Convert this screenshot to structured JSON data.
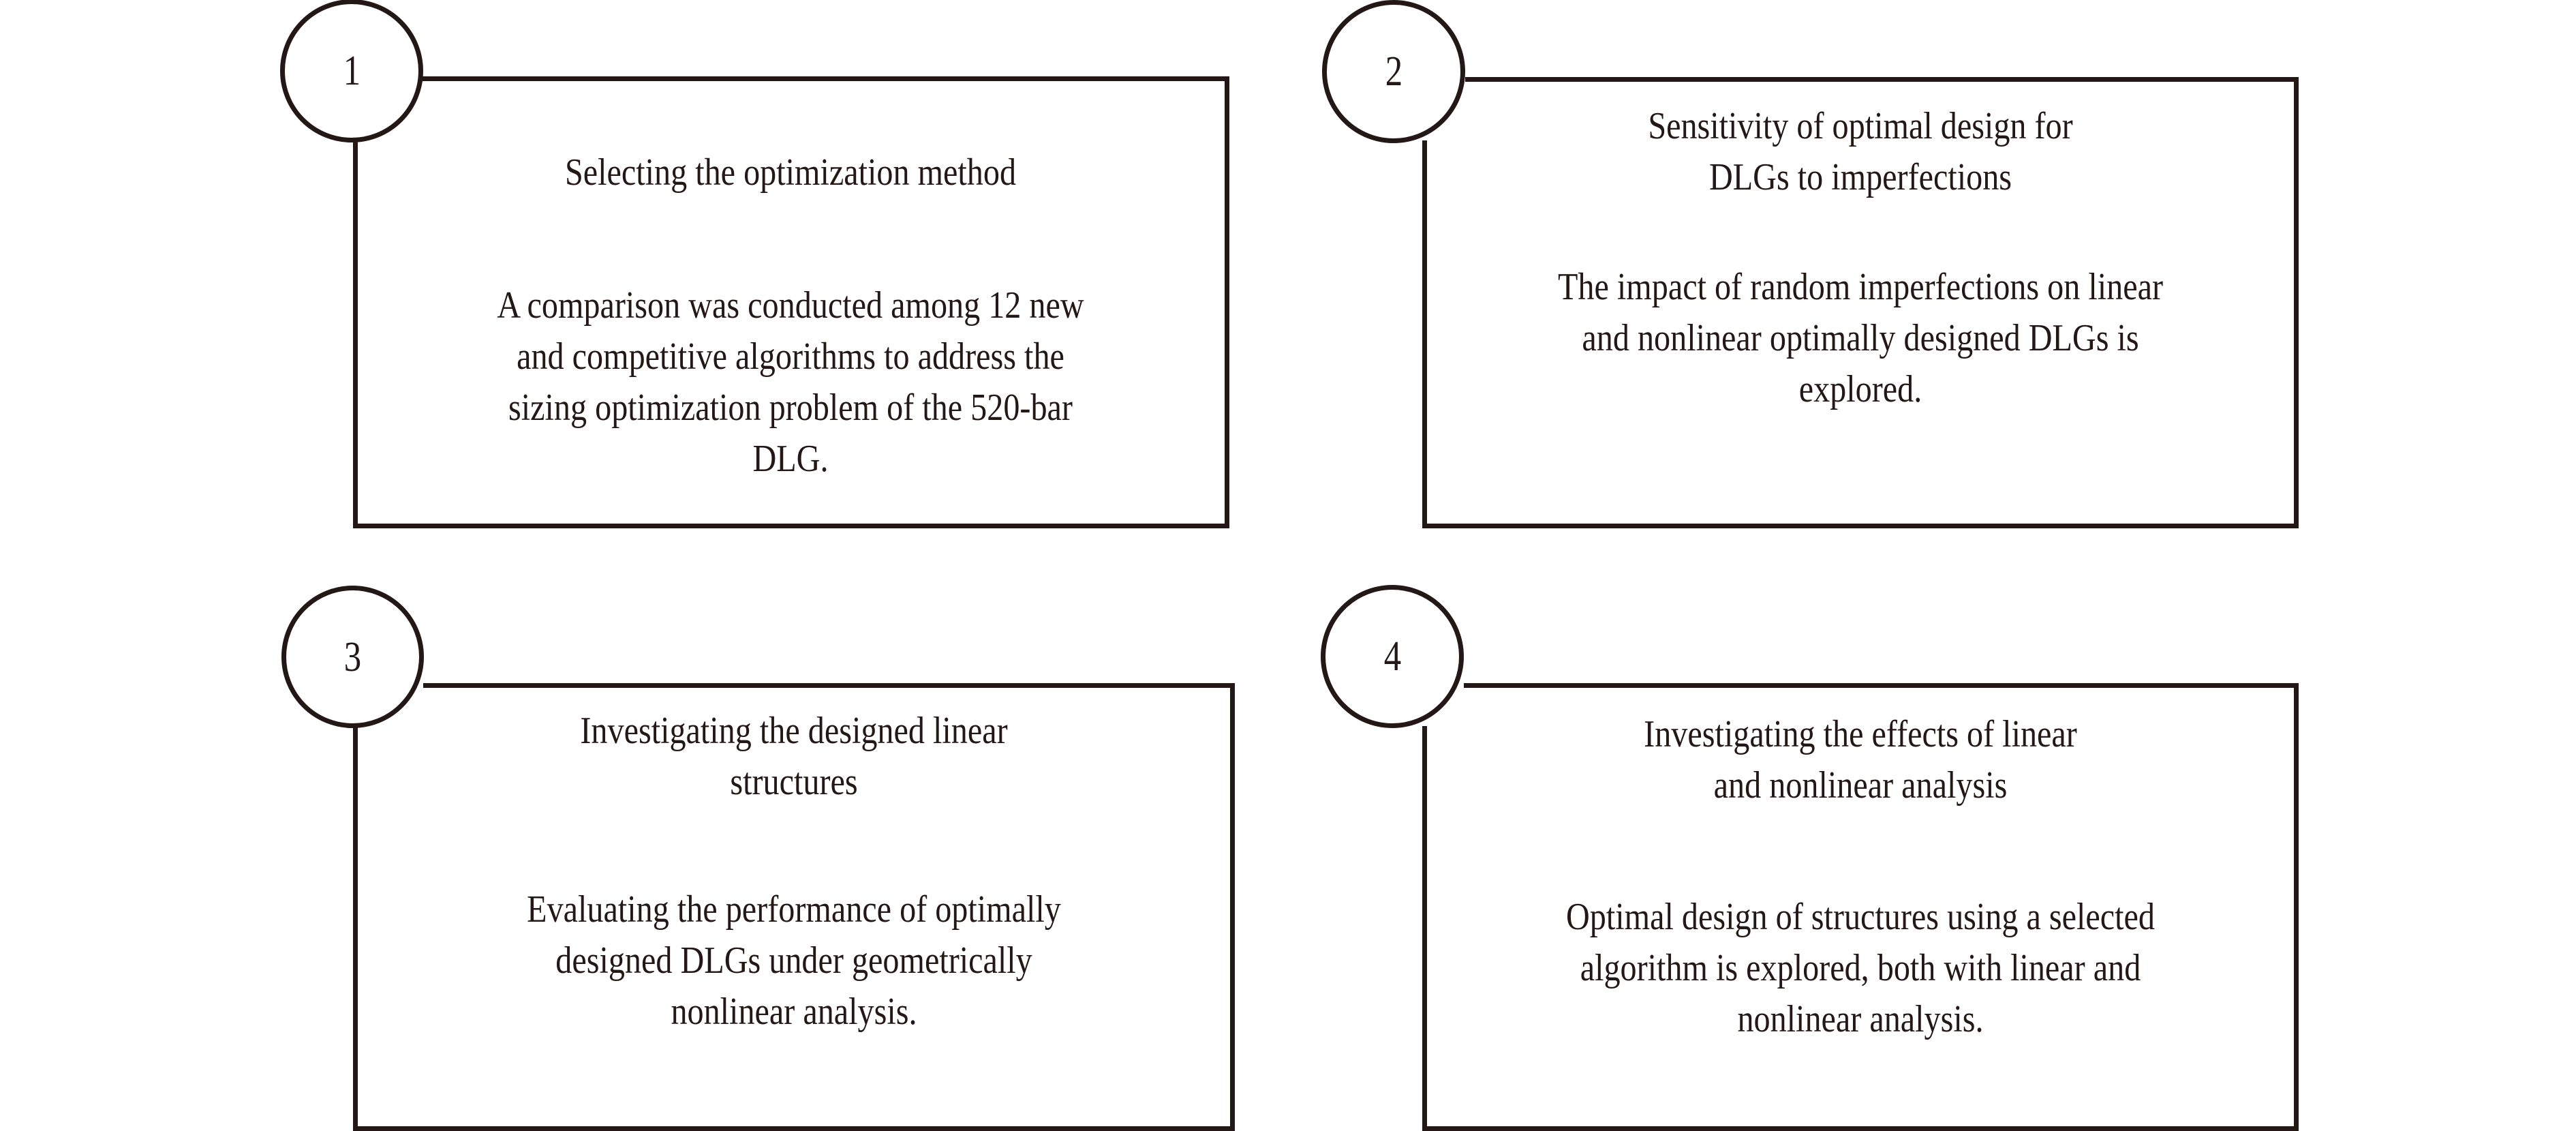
{
  "diagram": {
    "type": "four-panel-numbered-highlights",
    "line_color": "#231815",
    "background_color": "#ffffff",
    "text_color": "#231815",
    "panels": [
      {
        "number": "1",
        "heading": "Selecting the optimization method",
        "body": "A comparison was conducted among 12 new\nand competitive algorithms to address the\nsizing optimization problem of the 520-bar\nDLG."
      },
      {
        "number": "2",
        "heading": "Sensitivity of optimal design for\nDLGs to imperfections",
        "body": "The impact of random imperfections on linear\nand nonlinear optimally designed DLGs is\nexplored."
      },
      {
        "number": "3",
        "heading": "Investigating the designed linear\nstructures",
        "body": "Evaluating the performance of optimally\ndesigned DLGs under geometrically\nnonlinear analysis."
      },
      {
        "number": "4",
        "heading": "Investigating the effects of linear\nand nonlinear analysis",
        "body": "Optimal design of structures using a selected\nalgorithm is explored, both with linear and\nnonlinear analysis."
      }
    ]
  }
}
